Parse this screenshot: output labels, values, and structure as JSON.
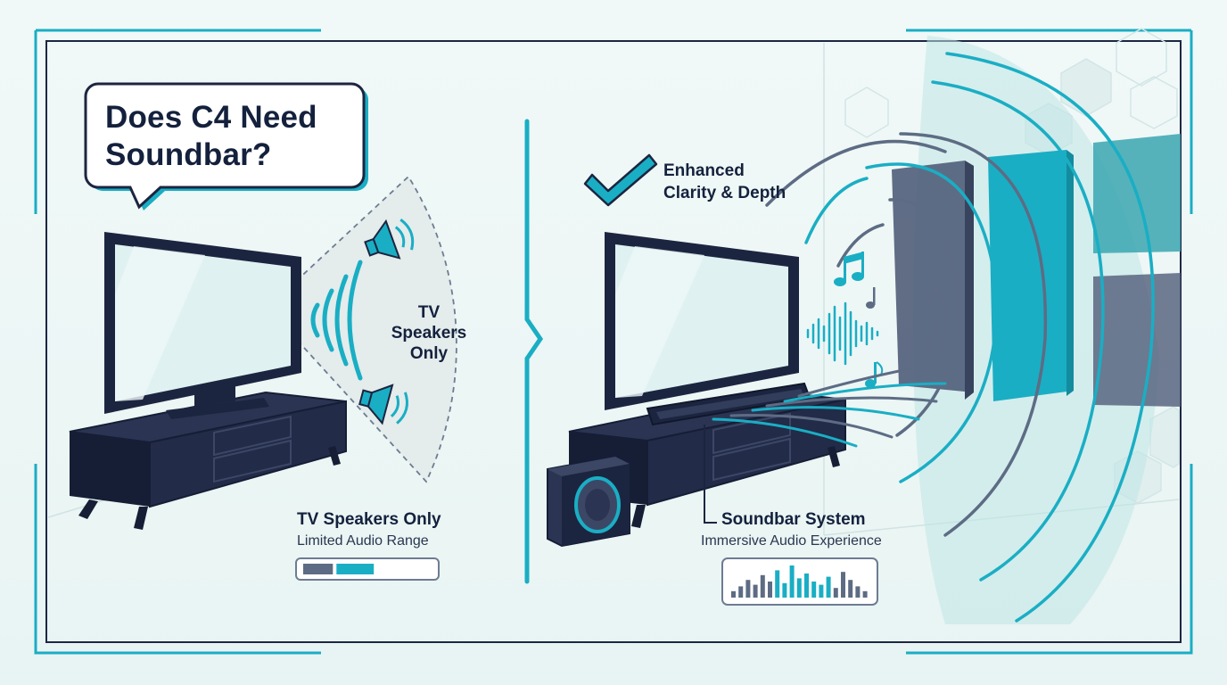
{
  "title": "Does C4 Need\nSoundbar?",
  "left_panel": {
    "cone_label": "TV\nSpeakers\nOnly",
    "caption_title": "TV Speakers Only",
    "caption_subtitle": "Limited Audio Range",
    "audio_range_meter": {
      "filled_fraction": 0.55
    }
  },
  "right_panel": {
    "badge_label": "Enhanced\nClarity & Depth",
    "caption_title": "Soundbar System",
    "caption_subtitle": "Immersive Audio Experience",
    "equalizer_levels": [
      0.2,
      0.35,
      0.55,
      0.4,
      0.7,
      0.5,
      0.85,
      0.45,
      1.0,
      0.6,
      0.75,
      0.5,
      0.4,
      0.65,
      0.3,
      0.8,
      0.55,
      0.35,
      0.2
    ]
  },
  "colors": {
    "accent": "#1aaec4",
    "dark": "#1c2540",
    "slate": "#5d6c84",
    "teal_panel": "#3aa6b0"
  },
  "icons": [
    "speaker-icon",
    "checkmark-icon",
    "music-note-icon",
    "subwoofer-icon",
    "chevron-divider-icon"
  ]
}
